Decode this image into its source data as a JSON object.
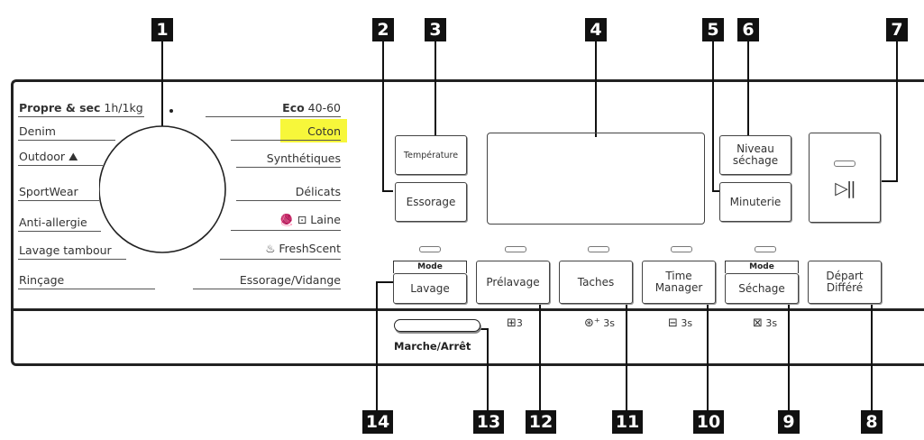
{
  "callouts": [
    "1",
    "2",
    "3",
    "4",
    "5",
    "6",
    "7",
    "8",
    "9",
    "10",
    "11",
    "12",
    "13",
    "14"
  ],
  "programs_left": {
    "p0_bold": "Propre & sec",
    "p0_rest": " 1h/1kg",
    "p1": "Denim",
    "p2": "Outdoor",
    "p3": "SportWear",
    "p4": "Anti-allergie",
    "p5": "Lavage tambour",
    "p6": "Rinçage"
  },
  "programs_right": {
    "p0_bold": "Eco",
    "p0_rest": " 40-60",
    "p1": "Coton",
    "p2": "Synthétiques",
    "p3": "Délicats",
    "p4": "Laine",
    "p5": "FreshScent",
    "p6": "Essorage/Vidange"
  },
  "highlight_color": "#f7f73a",
  "buttons": {
    "temperature": "Température",
    "essorage": "Essorage",
    "niveau_l1": "Niveau",
    "niveau_l2": "séchage",
    "minuterie": "Minuterie",
    "play_icon": "▷||",
    "lavage": "Lavage",
    "prelavage": "Prélavage",
    "taches": "Taches",
    "time_l1": "Time",
    "time_l2": "Manager",
    "sechage": "Séchage",
    "depart_l1": "Départ",
    "depart_l2": "Différé",
    "mode1": "Mode",
    "mode2": "Mode"
  },
  "power": {
    "label": "Marche/Arrêt"
  },
  "subs": {
    "s1": "3",
    "s2": "3s",
    "s3": "3s",
    "s4": "3s"
  }
}
